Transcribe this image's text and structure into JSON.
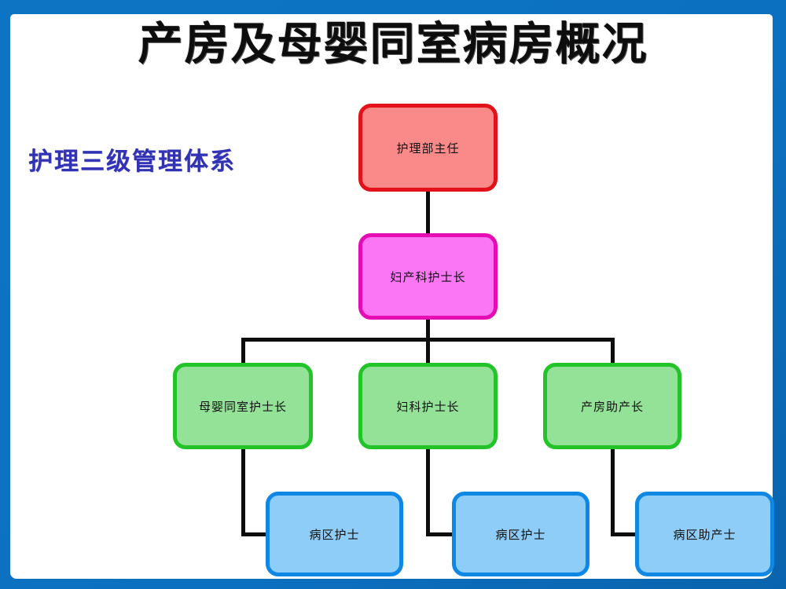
{
  "slide": {
    "title": "产房及母婴同室病房概况",
    "section_label": "护理三级管理体系"
  },
  "org_chart": {
    "type": "org-tree",
    "nodes": [
      {
        "id": "nursing-department-director",
        "label": "护理部主任",
        "level": 1,
        "fill": "#fa8a8a",
        "border": "#e3121a"
      },
      {
        "id": "obgyn-head-nurse",
        "label": "妇产科护士长",
        "level": 2,
        "parent": "nursing-department-director",
        "fill": "#fb76f5",
        "border": "#e60cb4"
      },
      {
        "id": "rooming-in-head-nurse",
        "label": "母婴同室护士长",
        "level": 3,
        "parent": "obgyn-head-nurse",
        "fill": "#93e297",
        "border": "#23c32a"
      },
      {
        "id": "gynecology-head-nurse",
        "label": "妇科护士长",
        "level": 3,
        "parent": "obgyn-head-nurse",
        "fill": "#93e297",
        "border": "#23c32a"
      },
      {
        "id": "delivery-room-chief-midwife",
        "label": "产房助产长",
        "level": 3,
        "parent": "obgyn-head-nurse",
        "fill": "#93e297",
        "border": "#23c32a"
      },
      {
        "id": "ward-nurse-1",
        "label": "病区护士",
        "level": 4,
        "parent": "rooming-in-head-nurse",
        "fill": "#8ecdf7",
        "border": "#0f87e4"
      },
      {
        "id": "ward-nurse-2",
        "label": "病区护士",
        "level": 4,
        "parent": "gynecology-head-nurse",
        "fill": "#8ecdf7",
        "border": "#0f87e4"
      },
      {
        "id": "ward-midwife",
        "label": "病区助产士",
        "level": 4,
        "parent": "delivery-room-chief-midwife",
        "fill": "#8ecdf7",
        "border": "#0f87e4"
      }
    ]
  },
  "colors": {
    "frame_border": "#0c70c0",
    "slide_background": "#ffffff",
    "connector": "#0d0d0d",
    "title_text": "#0d0d0d",
    "section_label_text": "#3232b4"
  }
}
